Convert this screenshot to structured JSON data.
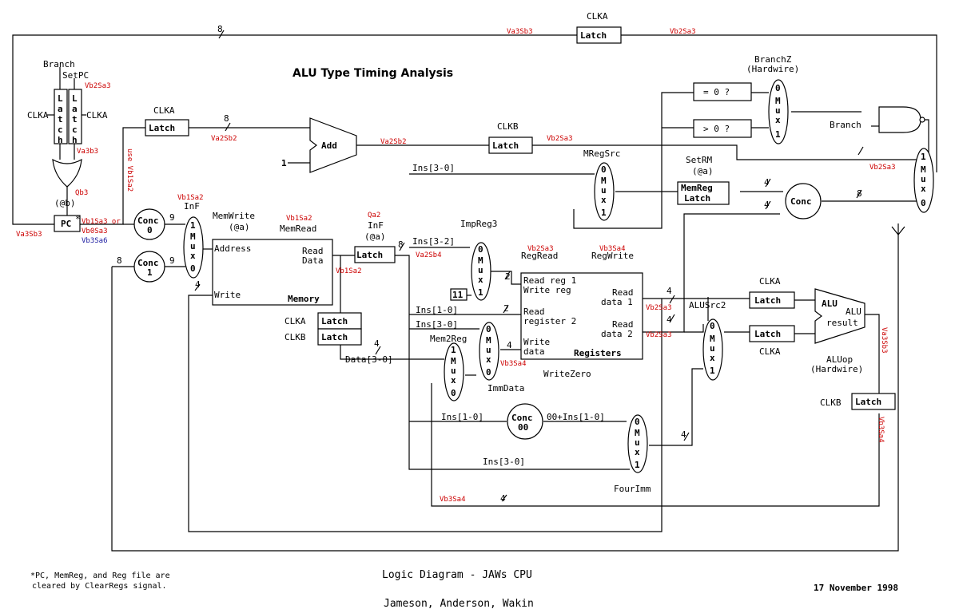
{
  "title": "ALU Type Timing Analysis",
  "footer": {
    "note_line1": "*PC, MemReg, and Reg file are",
    "note_line2": "cleared by ClearRegs signal.",
    "main_title": "Logic Diagram - JAWs CPU",
    "authors": "Jameson, Anderson, Wakin",
    "date": "17 November 1998"
  },
  "components": {
    "latch": "Latch",
    "latch_letters": [
      "L",
      "a",
      "t",
      "c",
      "h"
    ],
    "pc": "PC",
    "pc_star": "*",
    "pc_phase": "(@b)",
    "add": "Add",
    "conc": "Conc",
    "conc0_sub": "0",
    "conc1_sub": "1",
    "conc00_sub": "00",
    "mux_letters": [
      "M",
      "u",
      "x"
    ],
    "mux_top": "1",
    "mux_bot": "0",
    "mux_top_alt": "0",
    "mux_bot_alt": "1",
    "memory": "Memory",
    "registers": "Registers",
    "alu": "ALU",
    "alu_result_1": "ALU",
    "alu_result_2": "result",
    "memreg_1": "MemReg",
    "memreg_2": "Latch",
    "eq0": "= 0 ?",
    "gt0": "> 0 ?",
    "const1": "1",
    "const11": "11"
  },
  "memory_ports": {
    "address": "Address",
    "read_1": "Read",
    "read_2": "Data",
    "write": "Write"
  },
  "register_ports": {
    "read_reg1": "Read reg 1",
    "write_reg": "Write reg",
    "read_register": "Read",
    "register2": "register 2",
    "write": "Write",
    "data": "data",
    "read_data1_a": "Read",
    "read_data1_b": "data 1",
    "read_data2_a": "Read",
    "read_data2_b": "data 2"
  },
  "labels": {
    "branch": "Branch",
    "setpc": "SetPC",
    "clka": "CLKA",
    "clkb": "CLKB",
    "infetch": "InF",
    "infetch_phase": "(@a)",
    "memwrite": "MemWrite",
    "memwrite_phase": "(@a)",
    "memread": "MemRead",
    "impreg": "ImpReg3",
    "regread": "RegRead",
    "regwrite": "RegWrite",
    "mregsrc": "MRegSrc",
    "setrm": "SetRM",
    "setrm_phase": "(@a)",
    "branchz": "BranchZ",
    "hardwire": "(Hardwire)",
    "alusrc2": "ALUSrc2",
    "aluop": "ALUop",
    "mem2reg": "Mem2Reg",
    "immdata": "ImmData",
    "writezero": "WriteZero",
    "fourimm": "FourImm",
    "ins_30_a": "Ins[3-0]",
    "ins_32": "Ins[3-2]",
    "ins_10_a": "Ins[1-0]",
    "ins_30_b": "Ins[3-0]",
    "ins_10_b": "Ins[1-0]",
    "ins_00": "00+Ins[1-0]",
    "ins_30_c": "Ins[3-0]",
    "data_30": "Data[3-0]",
    "bus8": "8",
    "bus9": "9",
    "bus4": "4",
    "bus2": "2"
  },
  "timing_labels": {
    "va3sb3_top": "Va3Sb3",
    "vb2sa3_top": "Vb2Sa3",
    "vb2sa3_setpc": "Vb2Sa3",
    "va3b3": "Va3b3",
    "qb3": "Qb3",
    "va3sb3_left": "Va3Sb3",
    "use_vb1sa2": "use Vb1Sa2",
    "vb1sa3_or": "Vb1Sa3 or",
    "vb0sa3": "Vb0Sa3",
    "vb3sa6": "Vb3Sa6",
    "vb1sa2_inf": "Vb1Sa2",
    "va2sb2_a": "Va2Sb2",
    "va2sb2_b": "Va2Sb2",
    "vb2sa3_mid": "Vb2Sa3",
    "vb1sa2_mem": "Vb1Sa2",
    "qa2": "Qa2",
    "va2sb4": "Va2Sb4",
    "vb1sa2_read": "Vb1Sa2",
    "vb2sa3_reg": "Vb2Sa3",
    "vb3sa4_reg": "Vb3Sa4",
    "vb2sa3_mux": "Vb2Sa3",
    "vb2sa3_rd1": "Vb2Sa3",
    "vb2sa3_rd2": "Vb2Sa3",
    "vb3sa4_imm": "Vb3Sa4",
    "va3sb3_alu": "Va3Sb3",
    "vb3sa4_latch": "Vb3Sa4",
    "vb3sa4_bot": "Vb3Sa4"
  }
}
